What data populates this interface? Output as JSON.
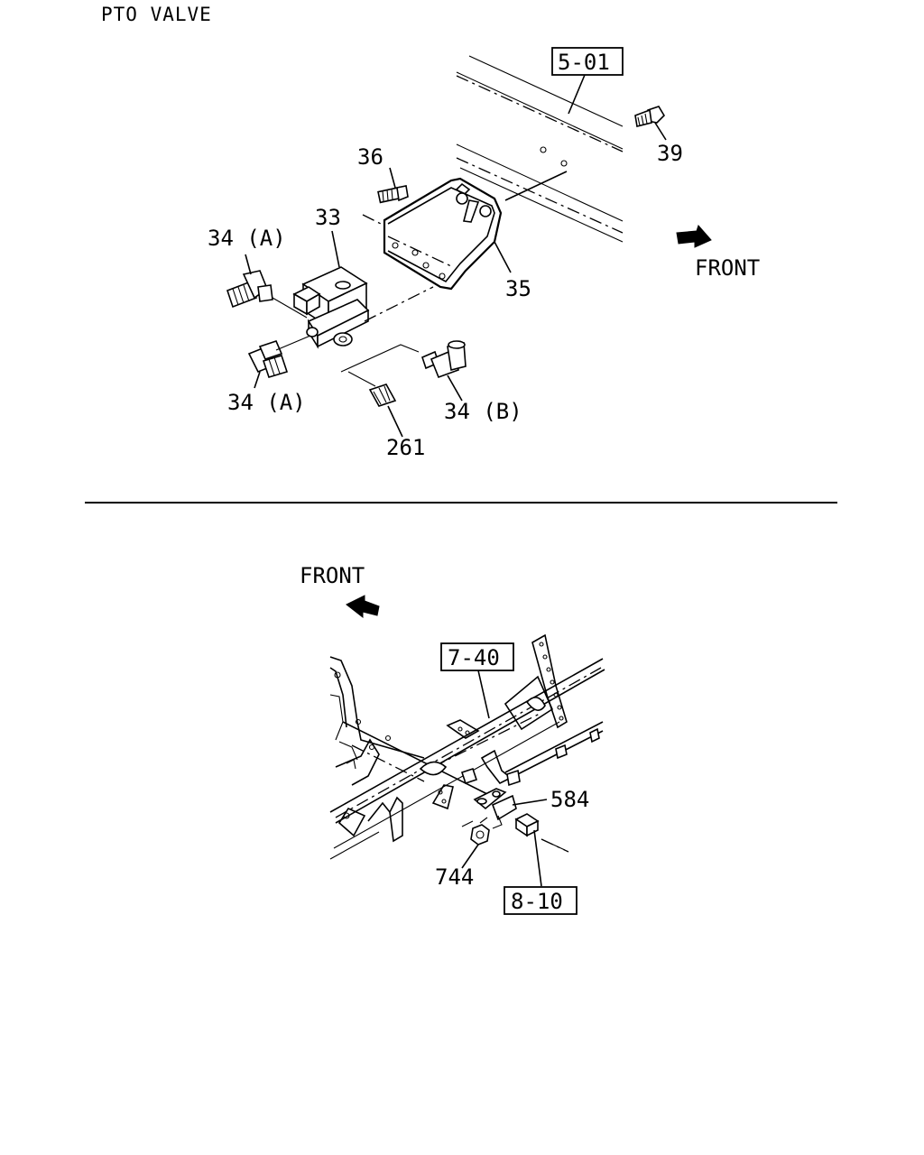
{
  "title": "PTO VALVE",
  "top": {
    "ref_frame": "5-01",
    "front": "FRONT",
    "parts": {
      "p33": "33",
      "p34a_upper": "34 (A)",
      "p34a_lower": "34 (A)",
      "p34b": "34 (B)",
      "p35": "35",
      "p36": "36",
      "p39": "39",
      "p261": "261"
    }
  },
  "bottom": {
    "front": "FRONT",
    "ref_frame": "7-40",
    "ref_harness": "8-10",
    "parts": {
      "p584": "584",
      "p744": "744"
    }
  }
}
